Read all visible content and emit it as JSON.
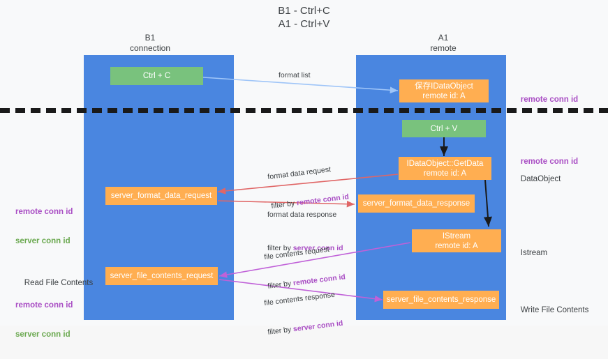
{
  "title": "B1 - Ctrl+C\nA1 - Ctrl+V",
  "columns": {
    "left": "B1\nconnection",
    "right": "A1\nremote"
  },
  "nodes": {
    "ctrl_c": "Ctrl + C",
    "save_idataobject": "保存IDataObject\nremote id: A",
    "ctrl_v": "Ctrl + V",
    "getdata": "IDataObject::GetData\nremote id: A",
    "server_format_data_request": "server_format_data_request",
    "server_format_data_response": "server_format_data_response",
    "istream": "IStream\nremote id: A",
    "server_file_contents_request": "server_file_contents_request",
    "server_file_contents_response": "server_file_contents_response"
  },
  "edge_labels": {
    "format_list": "format list",
    "format_data_request_l1": "format data request",
    "format_data_request_l2_prefix": "filter by ",
    "format_data_request_l2_key": "remote conn id",
    "format_data_response_l1": "format data response",
    "format_data_response_l2_prefix": "filter by ",
    "format_data_response_l2_key": "server conn id",
    "file_contents_request_l1": "file contents request",
    "file_contents_request_l2_prefix": "filter by ",
    "file_contents_request_l2_key": "remote conn id",
    "file_contents_response_l1": "file contents response",
    "file_contents_response_l2_prefix": "filter by ",
    "file_contents_response_l2_key": "server conn id"
  },
  "annotations": {
    "right_remote_conn_id_top": "remote conn id",
    "right_remote_conn_id_mid": "remote conn id",
    "right_dataobject": "DataObject",
    "right_istream": "Istream",
    "right_write_file_contents": "Write File Contents",
    "left_remote_conn_id": "remote conn id",
    "left_server_conn_id": "server conn id",
    "left_read_file_contents": "Read File Contents",
    "left_remote_conn_id_2": "remote conn id",
    "left_server_conn_id_2": "server conn id"
  },
  "colors": {
    "lane": "#4a86e0",
    "node_green": "#79c27d",
    "node_orange": "#ffae51",
    "accent_purple": "#a94ec4",
    "accent_green": "#6aa84f",
    "accent_red": "#e06666",
    "accent_blue": "#9fc5f8",
    "background": "#f8f9fa"
  }
}
